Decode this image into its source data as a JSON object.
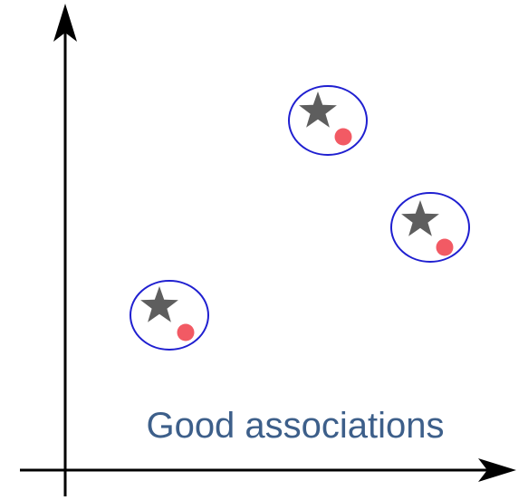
{
  "caption": "Good associations",
  "colors": {
    "axis": "#000000",
    "ellipse": "#1f1fd0",
    "star": "#5e5e5e",
    "dot": "#f25a64",
    "caption": "#3d5f8a"
  },
  "icons": {
    "star": "star-icon",
    "dot": "dot-icon"
  },
  "groups": [
    {
      "name": "group-top"
    },
    {
      "name": "group-right"
    },
    {
      "name": "group-bottom-left"
    }
  ]
}
